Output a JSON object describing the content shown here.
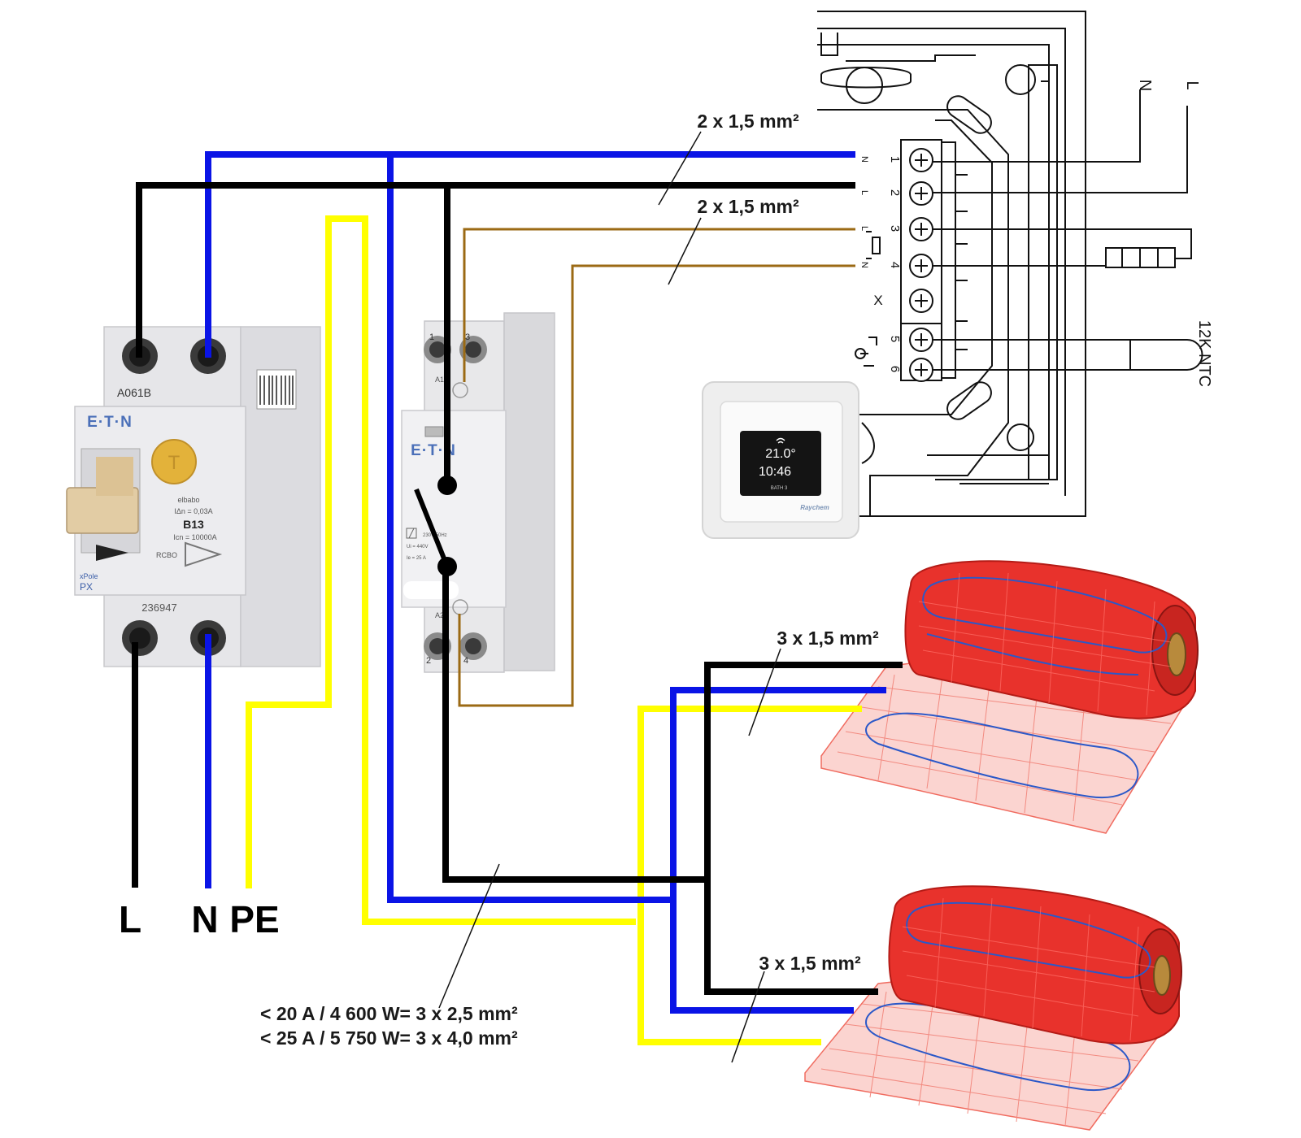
{
  "labels": {
    "cable_top_1": "2 x 1,5 mm²",
    "cable_top_2": "2 x 1,5 mm²",
    "cable_mat_1": "3 x 1,5 mm²",
    "cable_mat_2": "3 x 1,5 mm²",
    "supply_line_1": "< 20 A / 4 600 W= 3 x 2,5 mm²",
    "supply_line_2": "< 25 A / 5 750 W= 3 x 4,0 mm²",
    "terminal_L": "L",
    "terminal_N": "N",
    "terminal_PE": "PE",
    "ntc_label": "12K NTC",
    "mains_N": "N",
    "mains_L": "L"
  },
  "thermostat_terminals": {
    "numbers": [
      "1",
      "2",
      "3",
      "4",
      "5",
      "6"
    ],
    "marks": [
      "N",
      "L",
      "L",
      "N"
    ],
    "spare": "X"
  },
  "rcbo": {
    "brand": "E·T·N",
    "top_code": "A061B",
    "rating": "B13",
    "sensitivity": "IΔn = 0,03A",
    "breaking": "Icn = 10000A",
    "type": "RCBO",
    "series": "xPole",
    "model": "PX",
    "bottom_code": "236947",
    "site": "elbabo",
    "test_button": "T"
  },
  "contactor": {
    "brand": "E·T·N",
    "top_terminals": [
      "1",
      "3"
    ],
    "bottom_terminals": [
      "2",
      "4"
    ],
    "coil_top": "A1",
    "coil_bottom": "A2",
    "spec_line_1": "230V 50Hz",
    "spec_line_2": "Ui = 440V",
    "spec_line_3": "Ie = 25 A"
  },
  "thermostat_display": {
    "temperature": "21.0°",
    "time": "10:46",
    "room": "BATH 3",
    "brand": "Raychem"
  },
  "colors": {
    "live": "#000000",
    "neutral": "#0a14e6",
    "earth": "#ffff00",
    "signal": "#9b6a14",
    "mat": "#e8322c",
    "heating_cable": "#2b58c8"
  }
}
